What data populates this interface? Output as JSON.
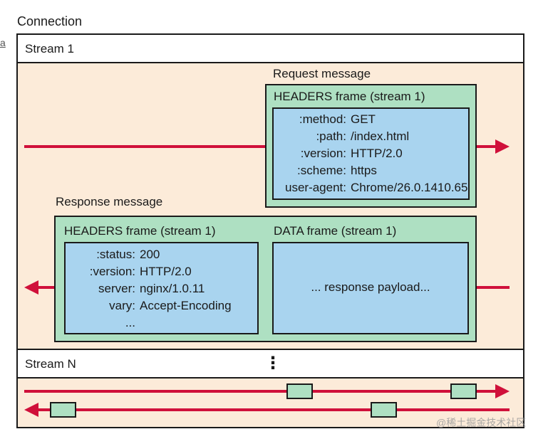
{
  "connection_label": "Connection",
  "side_mark": "a",
  "stream1": {
    "label": "Stream 1",
    "request": {
      "title": "Request message",
      "frame_title": "HEADERS frame (stream 1)",
      "fields": [
        {
          "key": ":method:",
          "value": "GET"
        },
        {
          "key": ":path:",
          "value": "/index.html"
        },
        {
          "key": ":version:",
          "value": "HTTP/2.0"
        },
        {
          "key": ":scheme:",
          "value": "https"
        },
        {
          "key": "user-agent:",
          "value": "Chrome/26.0.1410.65"
        }
      ]
    },
    "response": {
      "title": "Response message",
      "headers_frame_title": "HEADERS frame (stream 1)",
      "fields": [
        {
          "key": ":status:",
          "value": "200"
        },
        {
          "key": ":version:",
          "value": "HTTP/2.0"
        },
        {
          "key": "server:",
          "value": "nginx/1.0.11"
        },
        {
          "key": "vary:",
          "value": "Accept-Encoding"
        },
        {
          "key": "...",
          "value": ""
        }
      ],
      "data_frame_title": "DATA frame (stream 1)",
      "data_payload": "... response payload..."
    }
  },
  "streamN": {
    "label": "Stream N",
    "ellipsis": "⋮"
  },
  "watermark": "@稀土掘金技术社区",
  "colors": {
    "stream_body": "#fcebd9",
    "frame_green": "#aee0c2",
    "frame_blue": "#a9d4ef",
    "arrow_red": "#d0103a"
  }
}
